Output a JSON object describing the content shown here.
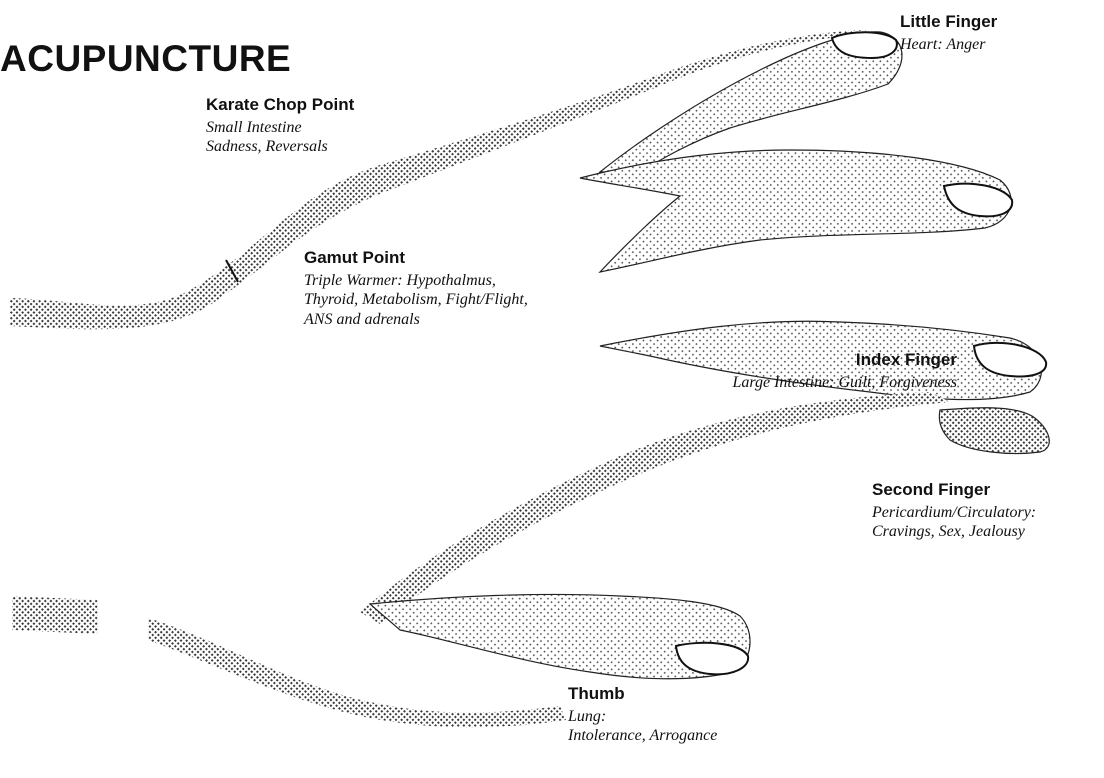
{
  "title": "ACUPUNCTURE",
  "labels": {
    "little_finger": {
      "heading": "Little Finger",
      "lines": [
        "Heart: Anger"
      ]
    },
    "karate_chop": {
      "heading": "Karate Chop Point",
      "lines": [
        "Small Intestine",
        "Sadness, Reversals"
      ]
    },
    "gamut_point": {
      "heading": "Gamut Point",
      "lines": [
        "Triple Warmer: Hypothalmus,",
        "Thyroid, Metabolism, Fight/Flight,",
        "ANS and adrenals"
      ]
    },
    "index_finger": {
      "heading": "Index Finger",
      "lines": [
        "Large Intestine: Guilt, Forgiveness"
      ]
    },
    "second_finger": {
      "heading": "Second Finger",
      "lines": [
        "Pericardium/Circulatory:",
        "Cravings, Sex, Jealousy"
      ]
    },
    "thumb": {
      "heading": "Thumb",
      "lines": [
        "Lung:",
        "Intolerance, Arrogance"
      ]
    }
  },
  "colors": {
    "ink": "#111111",
    "hatch": "#3a3a3a"
  }
}
